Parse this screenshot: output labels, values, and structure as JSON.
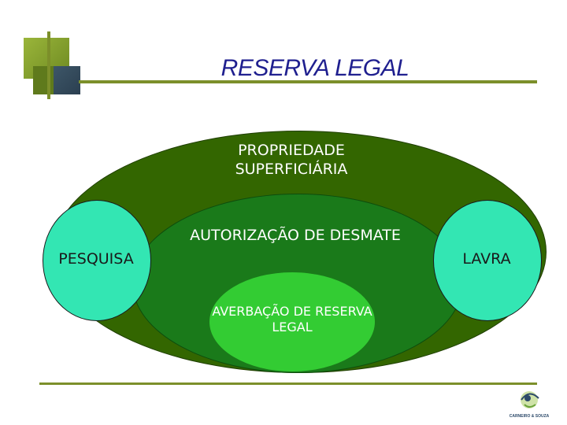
{
  "title": "RESERVA LEGAL",
  "diagram": {
    "outer_label": "PROPRIEDADE SUPERFICIÁRIA",
    "middle_label": "AUTORIZAÇÃO DE DESMATE",
    "inner_label": "AVERBAÇÃO DE RESERVA LEGAL",
    "left_label": "PESQUISA",
    "right_label": "LAVRA"
  },
  "logo": {
    "text": "CARNEIRO & SOUZA"
  },
  "colors": {
    "title": "#1f1f8f",
    "outer": "#336600",
    "middle": "#1a7a1a",
    "inner": "#33cc33",
    "side": "#33e6b3",
    "rule": "#7c8f2a"
  }
}
